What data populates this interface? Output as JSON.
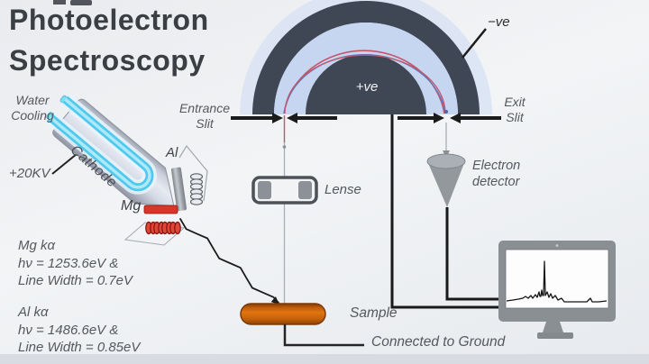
{
  "title": {
    "line1": "Photoelectron",
    "line2": "Spectroscopy"
  },
  "source": {
    "water_cooling": "Water\nCooling",
    "voltage": "+20KV",
    "cathode": "Cathode",
    "al_anode": "Al",
    "mg_anode": "Mg"
  },
  "anode_specs": {
    "mg": "Mg kα\nhν = 1253.6eV &\nLine Width = 0.7eV",
    "al": "Al kα\nhν = 1486.6eV &\nLine Width = 0.85eV"
  },
  "analyzer": {
    "entrance_slit": "Entrance\nSlit",
    "exit_slit": "Exit\nSlit",
    "outer_electrode": "−ve",
    "inner_electrode": "+ve"
  },
  "column": {
    "lens": "Lense",
    "detector": "Electron\ndetector",
    "sample": "Sample",
    "ground": "Connected to Ground"
  },
  "monitor": {
    "spectrum_points": "562,334 569,333 575,332 580,331 583,329 586,331 589,328 591,331 594,327 596,330 598,324 599,329 600,329 601,322 602,328 603,328 604,290 605,328 607,324 609,330 611,326 613,331 616,328 619,333 623,331 626,335 633,335 644,335 651,335 655,331 657,335 664,335 673,334"
  },
  "colors": {
    "background": "#eef0f3",
    "title_text": "#3b3e43",
    "label_text": "#55585d",
    "analyzer_electrode": "#3f4654",
    "analyzer_gap_blue": "#c7d6f0",
    "analyzer_halo": "#d9e3f4",
    "trajectory_red": "#c2566b",
    "trajectory_blue": "#5b79bd",
    "water_cooling_cyan": "#4fc9ee",
    "sample_orange": "#d2690e",
    "filament_red": "#d93a2c",
    "monitor_gray": "#8a8f93",
    "line_black": "#1c1c1c"
  }
}
